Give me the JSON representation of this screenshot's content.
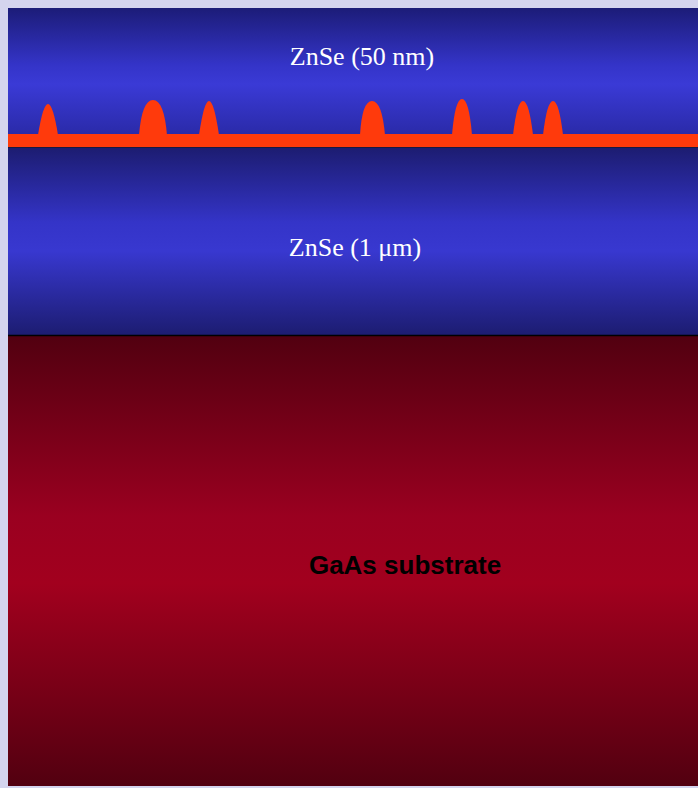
{
  "diagram": {
    "nodes": [
      {
        "text": [
          "ZnSe (50 nm)"
        ]
      },
      {
        "text": [
          "ZnSe (1 μm)"
        ]
      },
      {
        "text": [
          "GaAs substrate"
        ]
      }
    ]
  }
}
